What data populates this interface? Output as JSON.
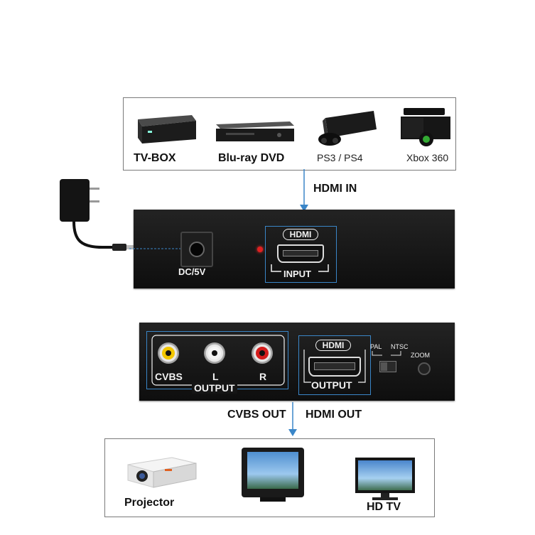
{
  "sources": {
    "tv_box": "TV-BOX",
    "bluray": "Blu-ray DVD",
    "ps": "PS3 / PS4",
    "xbox": "Xbox 360"
  },
  "flow": {
    "hdmi_in": "HDMI IN",
    "cvbs_out": "CVBS OUT",
    "hdmi_out": "HDMI OUT"
  },
  "input_panel": {
    "dc_label": "DC/5V",
    "hdmi_logo": "HDMI",
    "input_label": "INPUT"
  },
  "output_panel": {
    "cvbs": "CVBS",
    "l": "L",
    "r": "R",
    "output_left": "OUTPUT",
    "hdmi_logo": "HDMI",
    "output_right": "OUTPUT",
    "pal": "PAL",
    "ntsc": "NTSC",
    "zoom": "ZOOM"
  },
  "displays": {
    "projector": "Projector",
    "hdtv": "HD TV"
  },
  "colors": {
    "accent": "#3a86c8",
    "panel": "#161616",
    "led": "#e02020"
  }
}
